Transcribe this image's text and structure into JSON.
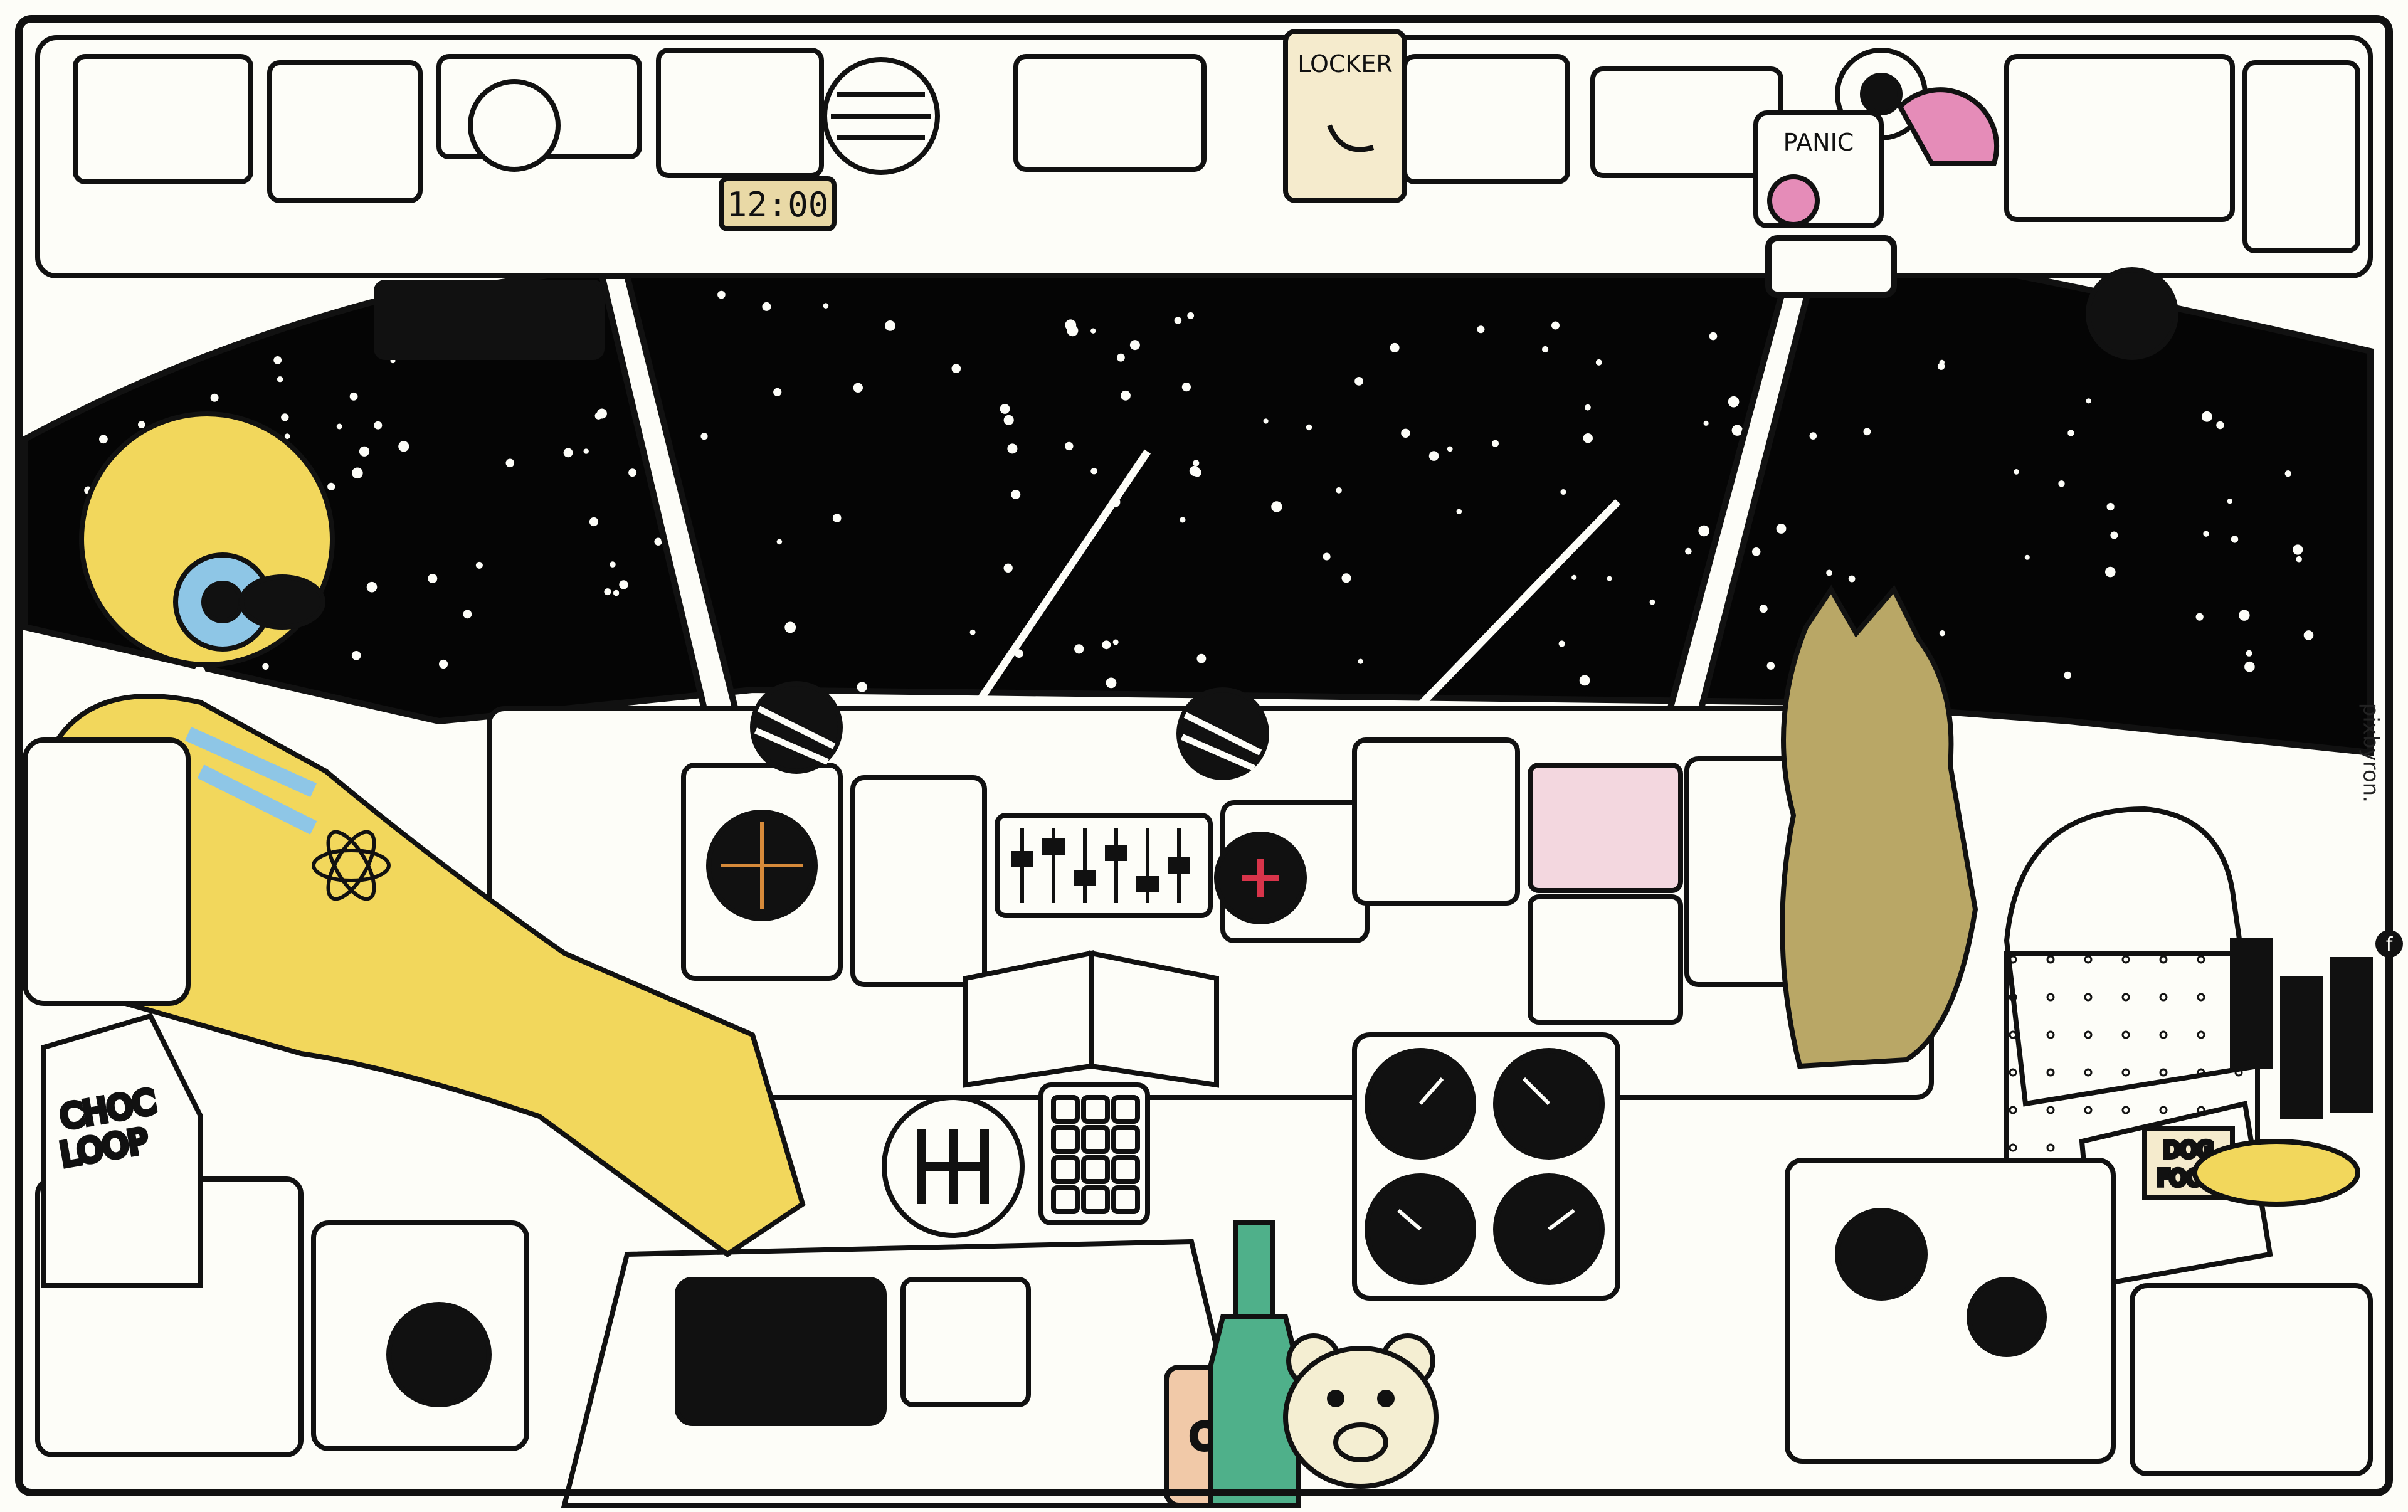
{
  "labels": {
    "clock": "12:00",
    "locker": "LOCKER",
    "panic": "PANIC",
    "choc_line1": "CHOC",
    "choc_line2": "LOOP",
    "dog_food_line1": "DOG",
    "dog_food_line2": "FOOD",
    "can": "Cu",
    "credit": "pixbyron."
  },
  "icons": [
    "facebook-icon",
    "radiation-icon",
    "fan-icon",
    "atom-icon",
    "crosshair-icon"
  ],
  "colors": {
    "ink": "#111111",
    "paper": "#fdfdf8",
    "space": "#050505",
    "suit": "#f2d75c",
    "suit_blue": "#8ec6e6",
    "dog": "#b9a766",
    "panic_pink": "#e58cb8",
    "bottle_green": "#4fb08a",
    "crosshair_red": "#d8344a",
    "teddy": "#f4eed2"
  }
}
